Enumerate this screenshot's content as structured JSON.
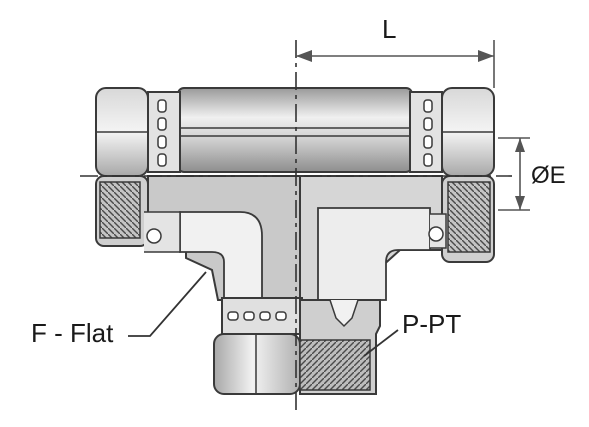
{
  "labels": {
    "length": "L",
    "diameter": "ØE",
    "flat_face": "F - Flat",
    "port": "P-PT"
  },
  "colors": {
    "outline": "#3a3a3a",
    "metal_light": "#e6e6e6",
    "metal_mid": "#bdbdbd",
    "metal_dark": "#8c8c8c",
    "dimension_line": "#555555"
  }
}
